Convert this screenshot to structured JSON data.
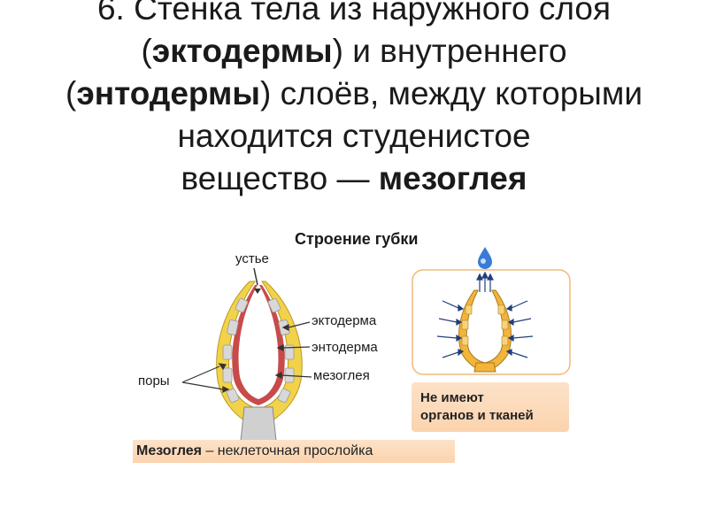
{
  "heading": {
    "line1": "6. Стенка тела из наружного слоя",
    "line2_pre": "(",
    "line2_bold": "эктодермы",
    "line2_post": ") и внутреннего",
    "line3_pre": "(",
    "line3_bold": "энтодермы",
    "line3_post": ") слоёв, между которыми",
    "line4": "находится студенистое",
    "line5_pre": "вещество — ",
    "line5_bold": "мезоглея"
  },
  "diagram": {
    "title": "Строение губки",
    "labels": {
      "osculum": "устье",
      "ectoderm": "эктодерма",
      "endoderm": "энтодерма",
      "mesoglea": "мезоглея",
      "pores": "поры"
    },
    "note_line1": "Не имеют",
    "note_line2": "органов и тканей",
    "caption_bold": "Мезоглея",
    "caption_rest": " – неклеточная прослойка"
  },
  "colors": {
    "ectoderm": "#f2d24a",
    "endoderm": "#c94a4a",
    "mesoglea": "#d8d8d8",
    "panel_border": "#f2b97a",
    "note_bg": "#fbd3ad",
    "arrow": "#1f3f7a"
  }
}
